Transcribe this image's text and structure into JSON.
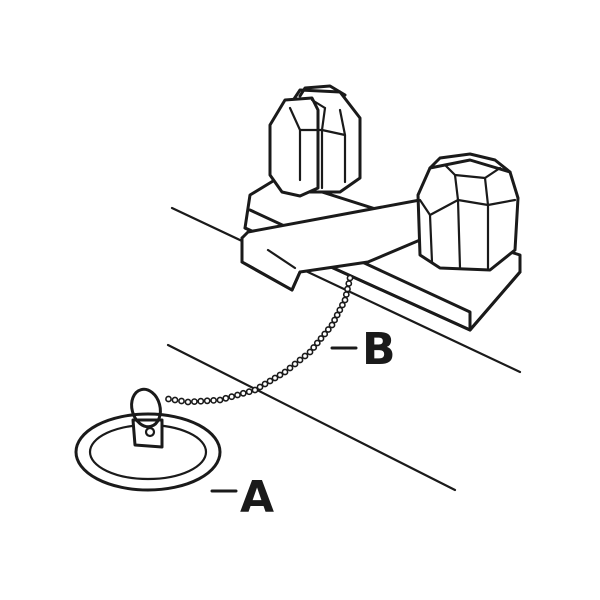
{
  "diagram": {
    "parts": [
      {
        "id": "stopper",
        "label": "A"
      },
      {
        "id": "chain",
        "label": "B"
      }
    ],
    "colors": {
      "ink": "#1a1a1a",
      "background": "#ffffff"
    }
  }
}
